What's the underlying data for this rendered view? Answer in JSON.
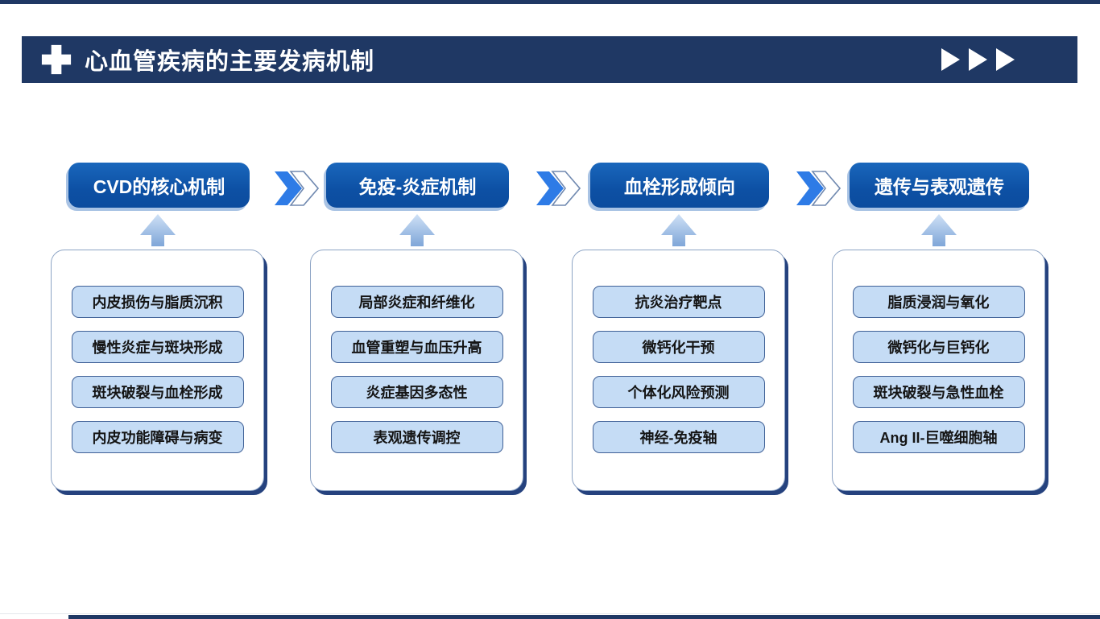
{
  "header": {
    "title": "心血管疾病的主要发病机制"
  },
  "flow": {
    "columns": [
      {
        "header": "CVD的核心机制",
        "items": [
          "内皮损伤与脂质沉积",
          "慢性炎症与斑块形成",
          "斑块破裂与血栓形成",
          "内皮功能障碍与病变"
        ]
      },
      {
        "header": "免疫-炎症机制",
        "items": [
          "局部炎症和纤维化",
          "血管重塑与血压升高",
          "炎症基因多态性",
          "表观遗传调控"
        ]
      },
      {
        "header": "血栓形成倾向",
        "items": [
          "抗炎治疗靶点",
          "微钙化干预",
          "个体化风险预测",
          "神经-免疫轴"
        ]
      },
      {
        "header": "遗传与表观遗传",
        "items": [
          "脂质浸润与氧化",
          "微钙化与巨钙化",
          "斑块破裂与急性血栓",
          "Ang II-巨噬细胞轴"
        ]
      }
    ]
  },
  "icons": {
    "cross_icon": "medical-plus-cross",
    "forward_triangle_icon": "▶",
    "double_chevron_icon": "»",
    "up_arrow_icon": "▲"
  },
  "colors": {
    "navy": "#1F3864",
    "pill_blue": "#0D50A4",
    "chevron_blue": "#2E7BE6",
    "item_fill": "#C5DCF5",
    "item_border": "#3F6096",
    "card_border": "#8CA3C4",
    "card_shadow": "#25427E",
    "up_arrow_fill": "#9FC0E8"
  }
}
